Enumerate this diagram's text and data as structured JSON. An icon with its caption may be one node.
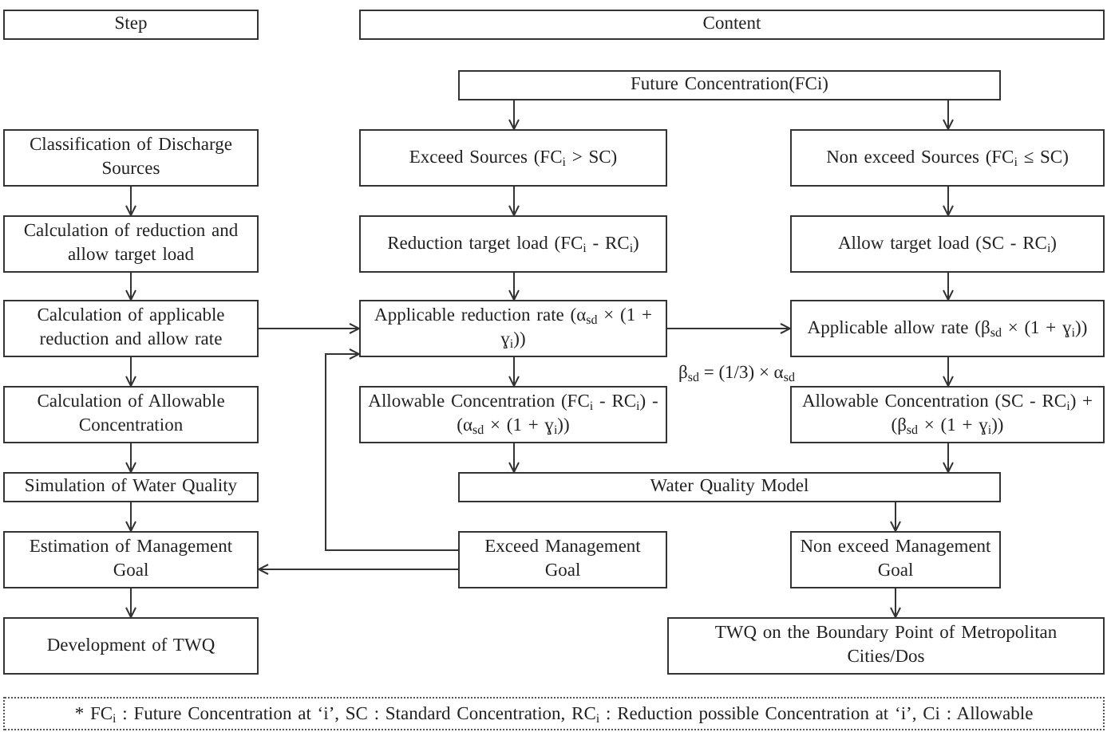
{
  "diagram": {
    "nodes": [
      {
        "text": [
          "Step"
        ]
      },
      {
        "text": [
          "Content"
        ]
      },
      {
        "text": [
          "Future Concentration(FCi)"
        ]
      },
      {
        "text": [
          "Classification of Discharge Sources"
        ]
      },
      {
        "text": [
          "Exceed Sources (FC$_{i}$ > SC)"
        ]
      },
      {
        "text": [
          "Non exceed Sources (FC$_{i}$ ≤ SC)"
        ]
      },
      {
        "text": [
          "Calculation of reduction and allow target load"
        ]
      },
      {
        "text": [
          "Reduction target load (FC$_{i}$ - RC$_{i}$)"
        ]
      },
      {
        "text": [
          "Allow target load (SC - RC$_{i}$)"
        ]
      },
      {
        "text": [
          "Calculation of applicable reduction and allow rate"
        ]
      },
      {
        "text": [
          "Applicable reduction rate (α$_{sd}$ × (1 + ɣ$_{i}$))"
        ]
      },
      {
        "text": [
          "Applicable allow rate (β$_{sd}$ × (1 + ɣ$_{i}$))"
        ]
      },
      {
        "text": [
          "Calculation of Allowable Concentration"
        ]
      },
      {
        "text": [
          "Allowable Concentration (FC$_{i}$ - RC$_{i}$) - (α$_{sd}$ × (1 + ɣ$_{i}$))"
        ]
      },
      {
        "text": [
          "Allowable Concentration (SC - RC$_{i}$) + (β$_{sd}$ × (1 + ɣ$_{i}$))"
        ]
      },
      {
        "text": [
          "Simulation of Water Quality"
        ]
      },
      {
        "text": [
          "Water Quality Model"
        ]
      },
      {
        "text": [
          "Estimation of Management Goal"
        ]
      },
      {
        "text": [
          "Exceed Management Goal"
        ]
      },
      {
        "text": [
          "Non exceed Management Goal"
        ]
      },
      {
        "text": [
          "Development of TWQ"
        ]
      },
      {
        "text": [
          "TWQ on the Boundary Point of Metropolitan Cities/Dos"
        ]
      },
      {
        "text": [
          "* FC$_{i}$ : Future Concentration at ‘i’, SC : Standard Concentration, RC$_{i}$ : Reduction possible Concentration at ‘i’, Ci : Allowable"
        ]
      }
    ],
    "edges": [
      {
        "from": 2,
        "to": 4,
        "arrow": "to"
      },
      {
        "from": 2,
        "to": 5,
        "arrow": "to"
      },
      {
        "from": 3,
        "to": 6,
        "arrow": "to"
      },
      {
        "from": 4,
        "to": 7,
        "arrow": "to"
      },
      {
        "from": 5,
        "to": 8,
        "arrow": "to"
      },
      {
        "from": 6,
        "to": 9,
        "arrow": "to"
      },
      {
        "from": 7,
        "to": 10,
        "arrow": "to"
      },
      {
        "from": 8,
        "to": 11,
        "arrow": "to"
      },
      {
        "from": 9,
        "to": 10,
        "arrow": "to"
      },
      {
        "from": 10,
        "to": 11,
        "arrow": "to"
      },
      {
        "from": 9,
        "to": 12,
        "arrow": "to"
      },
      {
        "from": 10,
        "to": 13,
        "arrow": "to"
      },
      {
        "from": 11,
        "to": 14,
        "arrow": "to"
      },
      {
        "from": 12,
        "to": 15,
        "arrow": "to"
      },
      {
        "from": 13,
        "to": 16,
        "arrow": "to"
      },
      {
        "from": 14,
        "to": 16,
        "arrow": "to"
      },
      {
        "from": 15,
        "to": 17,
        "arrow": "to"
      },
      {
        "from": 16,
        "to": 19,
        "arrow": "to"
      },
      {
        "from": 19,
        "to": 21,
        "arrow": "to"
      },
      {
        "from": 17,
        "to": 20,
        "arrow": "to"
      },
      {
        "from": 18,
        "to": 17,
        "arrow": "to"
      },
      {
        "from": 18,
        "to": 10,
        "arrow": "to"
      }
    ],
    "labels": [
      "β$_{sd}$ = (1/3) × α$_{sd}$"
    ]
  }
}
